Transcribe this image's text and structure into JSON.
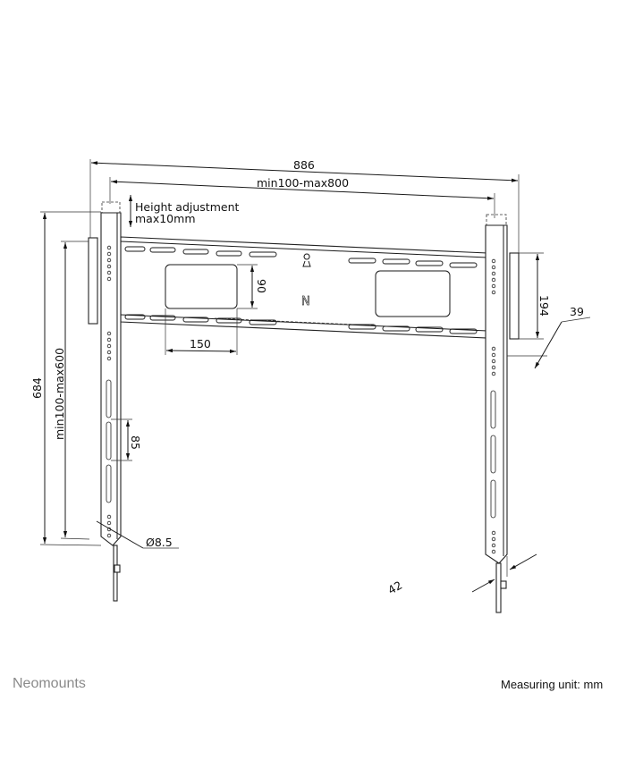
{
  "brand": "Neomounts",
  "measuring_unit": "Measuring unit: mm",
  "dimensions": {
    "overall_width": "886",
    "rail_width": "min100-max800",
    "height_adjustment_line1": "Height adjustment",
    "height_adjustment_line2": "max10mm",
    "hole_pattern_height": "90",
    "hole_pattern_width": "150",
    "plate_height": "194",
    "wall_distance": "39",
    "overall_height": "684",
    "arm_range": "min100-max600",
    "slot_length": "85",
    "hole_diameter": "Ø8.5",
    "arm_depth": "42"
  },
  "icons": [
    "neomounts-logo-mark",
    "keyhole-icon"
  ]
}
